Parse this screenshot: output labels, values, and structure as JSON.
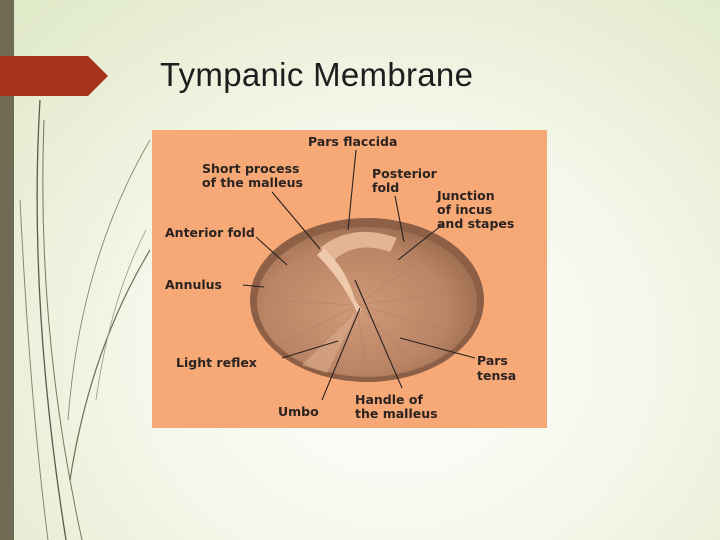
{
  "slide": {
    "title": "Tympanic Membrane"
  },
  "diagram": {
    "labels": {
      "pars_flaccida": "Pars flaccida",
      "short_process_1": "Short process",
      "short_process_2": "of the malleus",
      "posterior_fold_1": "Posterior",
      "posterior_fold_2": "fold",
      "junction_1": "Junction",
      "junction_2": "of incus",
      "junction_3": "and stapes",
      "anterior_fold": "Anterior fold",
      "annulus": "Annulus",
      "light_reflex": "Light reflex",
      "pars_tensa_1": "Pars",
      "pars_tensa_2": "tensa",
      "umbo": "Umbo",
      "handle_1": "Handle of",
      "handle_2": "the malleus"
    }
  },
  "colors": {
    "figure_background": "#f6a876",
    "accent_tab": "#a8321a",
    "left_bar": "#6f6b55"
  }
}
